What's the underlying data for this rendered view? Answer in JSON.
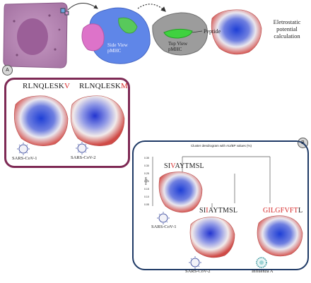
{
  "top": {
    "side_view_label": "Side View\npMHC",
    "top_view_label": "Top View\npMHC",
    "peptide_label": "Peptide",
    "electrostatic_label": "Eletrostatic\npotential\ncalculation"
  },
  "panel_a": {
    "badge": "A",
    "seq1_prefix": "RLNQLESK",
    "seq1_highlight": "V",
    "seq2_prefix": "RLNQLESK",
    "seq2_highlight": "M",
    "virus1": "SARS-CoV-1",
    "virus2": "SARS-CoV-2"
  },
  "panel_b": {
    "badge": "B",
    "dendro_title": "Cluster dendrogram with AU/BP values (%)",
    "height_label": "Height",
    "seq1_p1": "SI",
    "seq1_h": "V",
    "seq1_p2": "AYTMSL",
    "seq2_p1": "SI",
    "seq2_h": "I",
    "seq2_p2": "AYTMSL",
    "seq3_p1": "G",
    "seq3_h": "I",
    "seq3_p2": "LGFVF",
    "seq3_h2": "T",
    "seq3_p3": "L",
    "virus1": "SARS-CoV-1",
    "virus2": "SARS-CoV-2",
    "virus3": "Influenza A",
    "yticks": [
      "0.35",
      "0.30",
      "0.25",
      "0.20",
      "0.15",
      "0.10",
      "0.05"
    ]
  },
  "colors": {
    "highlight": "#d62828",
    "panel_a_border": "#7e2a55",
    "panel_b_border": "#1f3a66",
    "cell": "#b986b3"
  }
}
